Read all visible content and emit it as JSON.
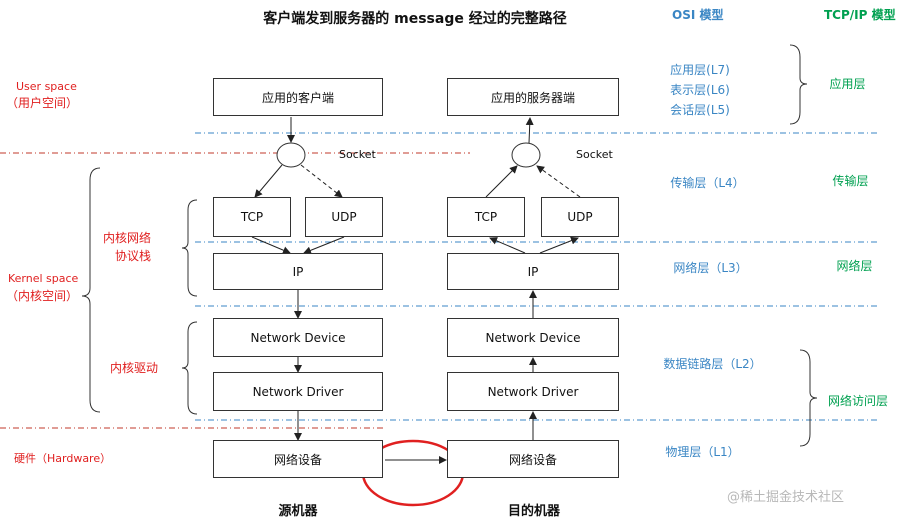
{
  "title": "客户端发到服务器的 message 经过的完整路径",
  "headers": {
    "osi": "OSI 模型",
    "tcpip": "TCP/IP 模型"
  },
  "left_labels": {
    "user_space": "User space",
    "user_space_cn": "（用户空间）",
    "kernel_space": "Kernel space",
    "kernel_space_cn": "（内核空间）",
    "kernel_stack": "内核网络",
    "kernel_stack_2": "协议栈",
    "kernel_driver": "内核驱动",
    "hardware": "硬件（Hardware）"
  },
  "source": {
    "caption": "源机器",
    "app": "应用的客户端",
    "socket": "Socket",
    "tcp": "TCP",
    "udp": "UDP",
    "ip": "IP",
    "device": "Network Device",
    "driver": "Network Driver",
    "hw": "网络设备"
  },
  "target": {
    "caption": "目的机器",
    "app": "应用的服务器端",
    "socket": "Socket",
    "tcp": "TCP",
    "udp": "UDP",
    "ip": "IP",
    "device": "Network Device",
    "driver": "Network Driver",
    "hw": "网络设备"
  },
  "osi_layers": {
    "l7": "应用层(L7)",
    "l6": "表示层(L6)",
    "l5": "会话层(L5)",
    "l4": "传输层（L4）",
    "l3": "网络层（L3）",
    "l2": "数据链路层（L2）",
    "l1": "物理层（L1）"
  },
  "tcpip_layers": {
    "app": "应用层",
    "transport": "传输层",
    "network": "网络层",
    "access": "网络访问层"
  },
  "watermark": "@稀土掘金技术社区",
  "colors": {
    "red": "#e02020",
    "blue": "#3a86c4",
    "green": "#00a050",
    "dash_blue": "#3a86c4",
    "dash_red": "#c0392b"
  }
}
